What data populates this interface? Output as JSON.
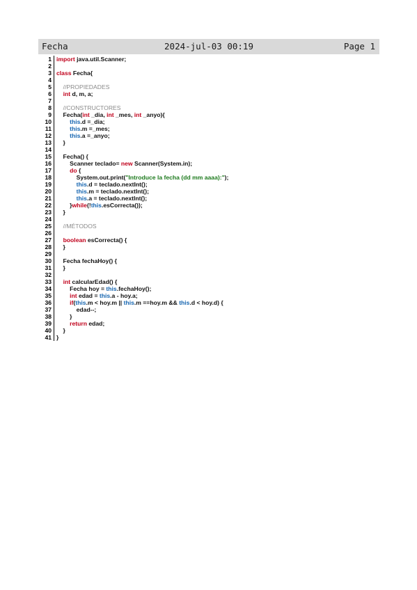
{
  "header": {
    "title": "Fecha",
    "datetime": "2024-jul-03 00:19",
    "page": "Page 1"
  },
  "colors": {
    "keyword": "#c0001b",
    "this": "#1565b0",
    "string": "#1d7a1d",
    "comment": "#8a8a8a",
    "header_bg": "#d9d9d9"
  },
  "lines": [
    [
      [
        "k",
        "import"
      ],
      [
        "n",
        " java.util.Scanner;"
      ]
    ],
    [],
    [
      [
        "k",
        "class"
      ],
      [
        "n",
        " Fecha{"
      ]
    ],
    [],
    [
      [
        "n",
        "    "
      ],
      [
        "c",
        "//PROPIEDADES"
      ]
    ],
    [
      [
        "n",
        "    "
      ],
      [
        "k",
        "int"
      ],
      [
        "n",
        " d, m, a;"
      ]
    ],
    [],
    [
      [
        "n",
        "    "
      ],
      [
        "c",
        "//CONSTRUCTORES"
      ]
    ],
    [
      [
        "n",
        "    Fecha("
      ],
      [
        "k",
        "int"
      ],
      [
        "n",
        " _dia, "
      ],
      [
        "k",
        "int"
      ],
      [
        "n",
        " _mes, "
      ],
      [
        "k",
        "int"
      ],
      [
        "n",
        " _anyo){"
      ]
    ],
    [
      [
        "n",
        "        "
      ],
      [
        "t",
        "this"
      ],
      [
        "n",
        ".d =_dia;"
      ]
    ],
    [
      [
        "n",
        "        "
      ],
      [
        "t",
        "this"
      ],
      [
        "n",
        ".m =_mes;"
      ]
    ],
    [
      [
        "n",
        "        "
      ],
      [
        "t",
        "this"
      ],
      [
        "n",
        ".a =_anyo;"
      ]
    ],
    [
      [
        "n",
        "    }"
      ]
    ],
    [],
    [
      [
        "n",
        "    Fecha() {"
      ]
    ],
    [
      [
        "n",
        "        Scanner teclado= "
      ],
      [
        "k",
        "new"
      ],
      [
        "n",
        " Scanner(System.in);"
      ]
    ],
    [
      [
        "n",
        "        "
      ],
      [
        "k",
        "do"
      ],
      [
        "n",
        " {"
      ]
    ],
    [
      [
        "n",
        "            System.out.print("
      ],
      [
        "s",
        "\"Introduce la fecha (dd mm aaaa):\""
      ],
      [
        "n",
        ");"
      ]
    ],
    [
      [
        "n",
        "            "
      ],
      [
        "t",
        "this"
      ],
      [
        "n",
        ".d = teclado.nextInt();"
      ]
    ],
    [
      [
        "n",
        "            "
      ],
      [
        "t",
        "this"
      ],
      [
        "n",
        ".m = teclado.nextInt();"
      ]
    ],
    [
      [
        "n",
        "            "
      ],
      [
        "t",
        "this"
      ],
      [
        "n",
        ".a = teclado.nextInt();"
      ]
    ],
    [
      [
        "n",
        "        }"
      ],
      [
        "k",
        "while"
      ],
      [
        "n",
        "(!"
      ],
      [
        "t",
        "this"
      ],
      [
        "n",
        ".esCorrecta());"
      ]
    ],
    [
      [
        "n",
        "    }"
      ]
    ],
    [],
    [
      [
        "n",
        "    "
      ],
      [
        "c",
        "//MÉTODOS"
      ]
    ],
    [],
    [
      [
        "n",
        "    "
      ],
      [
        "k",
        "boolean"
      ],
      [
        "n",
        " esCorrecta() {"
      ]
    ],
    [
      [
        "n",
        "    }"
      ]
    ],
    [],
    [
      [
        "n",
        "    Fecha fechaHoy() {"
      ]
    ],
    [
      [
        "n",
        "    }"
      ]
    ],
    [],
    [
      [
        "n",
        "    "
      ],
      [
        "k",
        "int"
      ],
      [
        "n",
        " calcularEdad() {"
      ]
    ],
    [
      [
        "n",
        "        Fecha hoy = "
      ],
      [
        "t",
        "this"
      ],
      [
        "n",
        ".fechaHoy();"
      ]
    ],
    [
      [
        "n",
        "        "
      ],
      [
        "k",
        "int"
      ],
      [
        "n",
        " edad = "
      ],
      [
        "t",
        "this"
      ],
      [
        "n",
        ".a - hoy.a;"
      ]
    ],
    [
      [
        "n",
        "        "
      ],
      [
        "k",
        "if"
      ],
      [
        "n",
        "("
      ],
      [
        "t",
        "this"
      ],
      [
        "n",
        ".m < hoy.m || "
      ],
      [
        "t",
        "this"
      ],
      [
        "n",
        ".m ==hoy.m && "
      ],
      [
        "t",
        "this"
      ],
      [
        "n",
        ".d < hoy.d) {"
      ]
    ],
    [
      [
        "n",
        "            edad--;"
      ]
    ],
    [
      [
        "n",
        "        }"
      ]
    ],
    [
      [
        "n",
        "        "
      ],
      [
        "k",
        "return"
      ],
      [
        "n",
        " edad;"
      ]
    ],
    [
      [
        "n",
        "    }"
      ]
    ],
    [
      [
        "n",
        "}"
      ]
    ]
  ]
}
